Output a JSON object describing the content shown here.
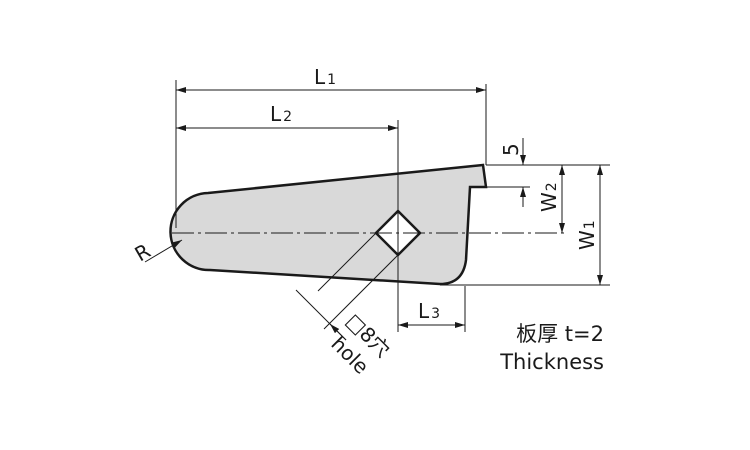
{
  "labels": {
    "L1": "L",
    "L1_sub": "1",
    "L2": "L",
    "L2_sub": "2",
    "L3": "L",
    "L3_sub": "3",
    "W1": "W",
    "W1_sub": "1",
    "W2": "W",
    "W2_sub": "2",
    "five": "5",
    "R": "R",
    "hole_jp": "□8穴",
    "hole_en": "hole"
  },
  "note": {
    "thickness_jp": "板厚 t=2",
    "thickness_en": "Thickness"
  },
  "colors": {
    "part_fill": "#d9d9d9",
    "line": "#1a1a1a"
  }
}
